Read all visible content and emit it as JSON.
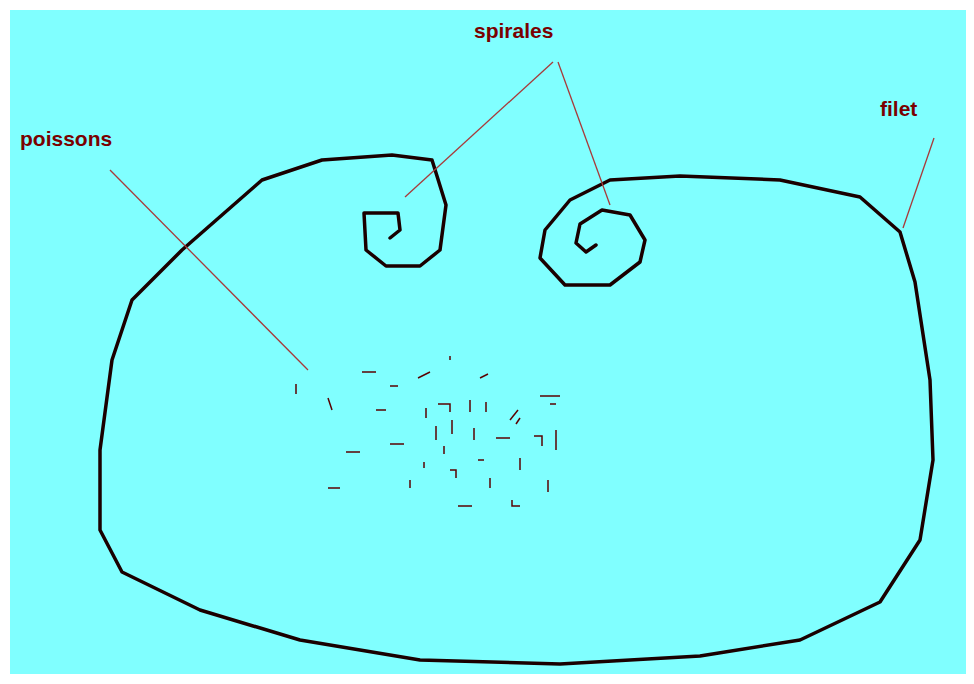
{
  "diagram": {
    "labels": [
      "spirales",
      "filet",
      "poissons"
    ]
  }
}
